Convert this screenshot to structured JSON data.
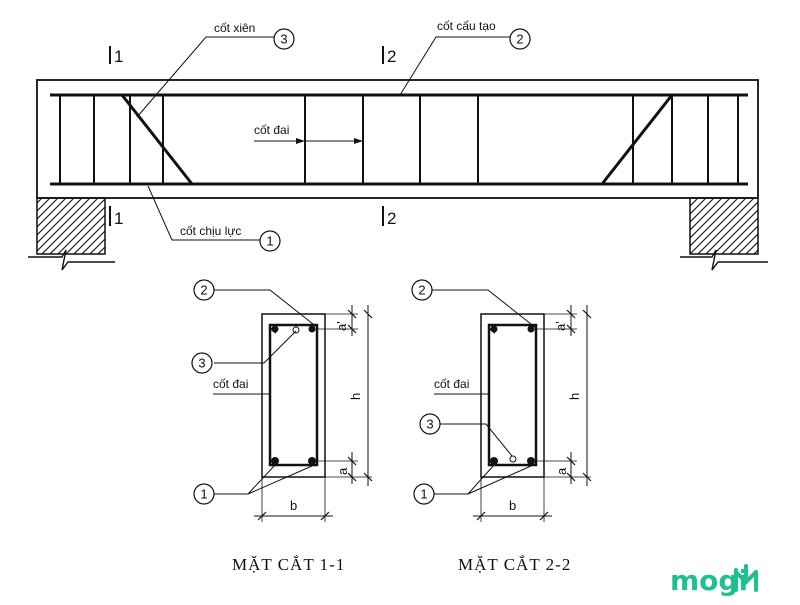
{
  "labels": {
    "cot_xien": "cốt xiên",
    "cot_cau_tao": "cốt cấu tạo",
    "cot_dai": "cốt đai",
    "cot_chiu_luc": "cốt chịu lực"
  },
  "callouts": {
    "n1": "1",
    "n2": "2",
    "n3": "3"
  },
  "section_marks": {
    "s1": "1",
    "s2": "2"
  },
  "sections": {
    "left_title": "MẶT CẮT 1-1",
    "right_title": "MẶT CẮT 2-2"
  },
  "dimensions": {
    "a_top": "a'",
    "a_bottom": "a",
    "h": "h",
    "b": "b"
  },
  "logo": {
    "text": "mogi",
    "color": "#1fbf8f"
  }
}
